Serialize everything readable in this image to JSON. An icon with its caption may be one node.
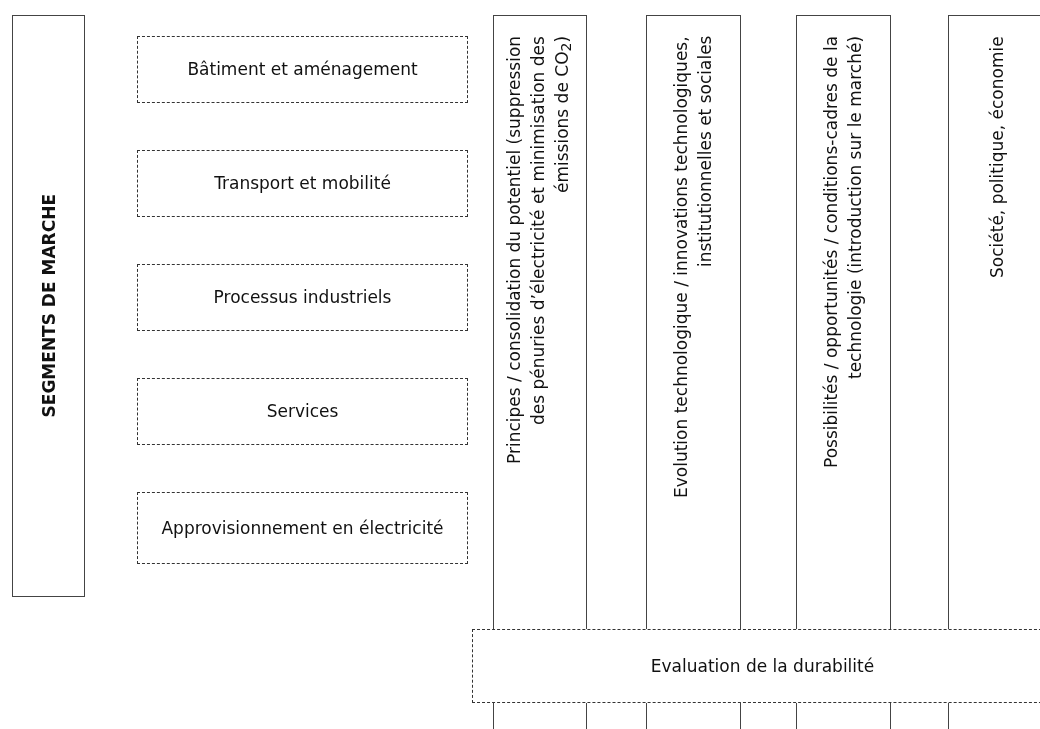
{
  "diagram": {
    "nodes": [
      {
        "text": [
          "SEGMENTS DE MARCHE"
        ]
      },
      {
        "text": [
          "Bâtiment et aménagement"
        ]
      },
      {
        "text": [
          "Transport et mobilité"
        ]
      },
      {
        "text": [
          "Processus industriels"
        ]
      },
      {
        "text": [
          "Services"
        ]
      },
      {
        "text": [
          "Approvisionnement en électricité"
        ]
      },
      {
        "text": [
          "Principes / consolidation du potentiel (suppression des pénuries d’électricité et minimisation des émissions de CO$_{2}$)"
        ]
      },
      {
        "text": [
          "Evolution technologique / innovations technologiques, institutionnelles et sociales"
        ]
      },
      {
        "text": [
          "Possibilités / opportunités / conditions-cadres de la technologie (introduction sur le marché)"
        ]
      },
      {
        "text": [
          "Société, politique, économie"
        ]
      },
      {
        "text": [
          "Evaluation de la durabilité"
        ]
      }
    ],
    "edges": []
  }
}
